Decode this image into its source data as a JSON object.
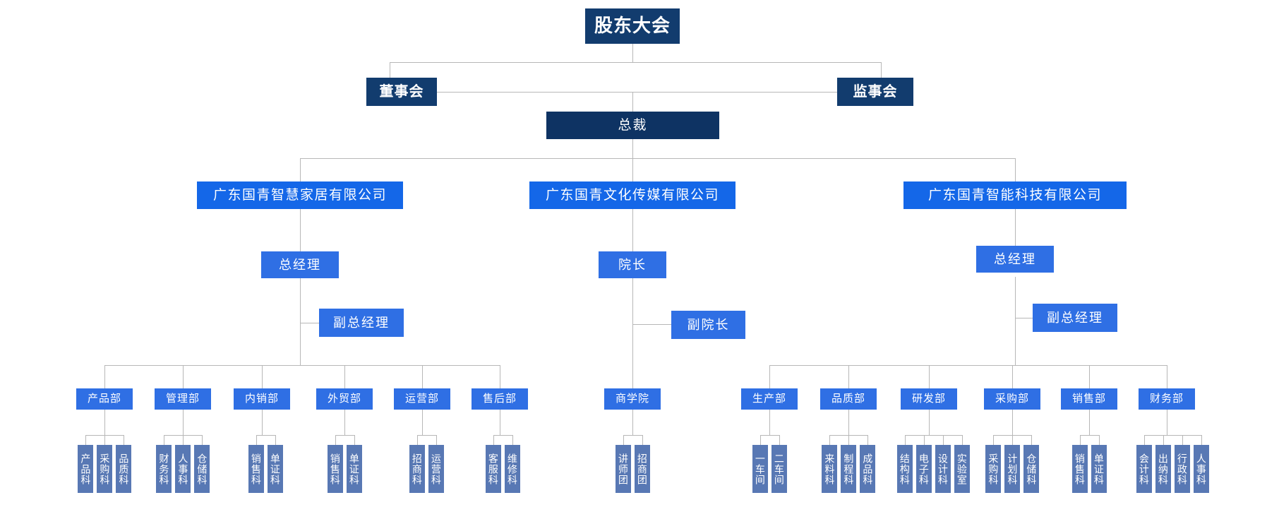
{
  "title": "股东大会",
  "colors": {
    "navy": "#123c6e",
    "president_navy": "#0e3363",
    "company_blue": "#1467e8",
    "manager_blue": "#2f6fe4",
    "leaf_blue": "#5878b4",
    "line_gray": "#b7b7b7",
    "background": "#ffffff"
  },
  "levels": {
    "shareholders": {
      "label": "股东大会"
    },
    "board": {
      "label": "董事会"
    },
    "supervisors": {
      "label": "监事会"
    },
    "president": {
      "label": "总裁"
    }
  },
  "branches": [
    {
      "company": "广东国青智慧家居有限公司",
      "head": "总经理",
      "deputy": "副总经理",
      "departments": [
        {
          "label": "产品部",
          "children": [
            "产品科",
            "采购科",
            "品质科"
          ]
        },
        {
          "label": "管理部",
          "children": [
            "财务科",
            "人事科",
            "仓储科"
          ]
        },
        {
          "label": "内销部",
          "children": [
            "销售科",
            "单证科"
          ]
        },
        {
          "label": "外贸部",
          "children": [
            "销售科",
            "单证科"
          ]
        },
        {
          "label": "运营部",
          "children": [
            "招商科",
            "运营科"
          ]
        },
        {
          "label": "售后部",
          "children": [
            "客服科",
            "维修科"
          ]
        }
      ]
    },
    {
      "company": "广东国青文化传媒有限公司",
      "head": "院长",
      "deputy": "副院长",
      "departments": [
        {
          "label": "商学院",
          "children": [
            "讲师团",
            "招商团"
          ]
        }
      ]
    },
    {
      "company": "广东国青智能科技有限公司",
      "head": "总经理",
      "deputy": "副总经理",
      "departments": [
        {
          "label": "生产部",
          "children": [
            "一车间",
            "二车间"
          ]
        },
        {
          "label": "品质部",
          "children": [
            "来料科",
            "制程科",
            "成品科"
          ]
        },
        {
          "label": "研发部",
          "children": [
            "结构科",
            "电子科",
            "设计科",
            "实验室"
          ]
        },
        {
          "label": "采购部",
          "children": [
            "采购科",
            "计划科",
            "仓储科"
          ]
        },
        {
          "label": "销售部",
          "children": [
            "销售科",
            "单证科"
          ]
        },
        {
          "label": "财务部",
          "children": [
            "会计科",
            "出纳科",
            "行政科",
            "人事科"
          ]
        }
      ]
    }
  ]
}
